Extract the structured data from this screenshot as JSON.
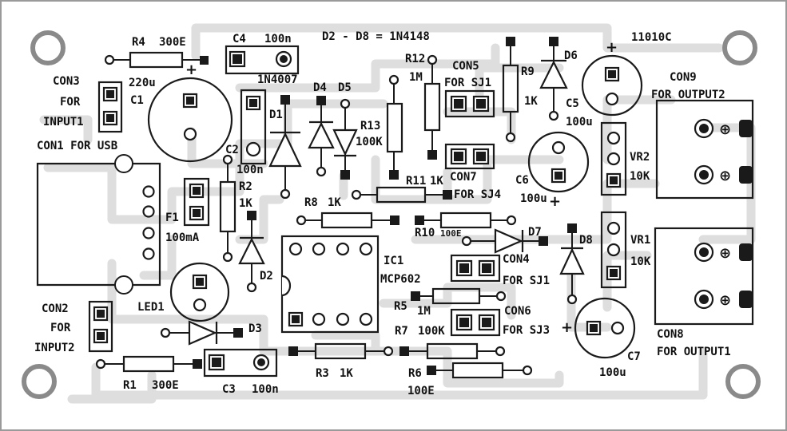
{
  "board": {
    "board_id": "11010C",
    "diode_note": "D2 - D8 = 1N4148",
    "colors": {
      "silkscreen": "#1a1a1a",
      "copper": "#dedede",
      "background": "#ffffff"
    }
  },
  "resistors": {
    "r1": {
      "ref": "R1",
      "value": "300E"
    },
    "r2": {
      "ref": "R2",
      "value": "1K"
    },
    "r3": {
      "ref": "R3",
      "value": "1K"
    },
    "r4": {
      "ref": "R4",
      "value": "300E"
    },
    "r5": {
      "ref": "R5",
      "value": "1M"
    },
    "r6": {
      "ref": "R6",
      "value": "100E"
    },
    "r7": {
      "ref": "R7",
      "value": "100K"
    },
    "r8": {
      "ref": "R8",
      "value": "1K"
    },
    "r9": {
      "ref": "R9",
      "value": "1K"
    },
    "r10": {
      "ref": "R10",
      "value": "100E"
    },
    "r11": {
      "ref": "R11",
      "value": "1K"
    },
    "r12": {
      "ref": "R12",
      "value": "1M"
    },
    "r13": {
      "ref": "R13",
      "value": "100K"
    }
  },
  "capacitors": {
    "c1": {
      "ref": "C1",
      "value": "220u"
    },
    "c2": {
      "ref": "C2",
      "value": "100n"
    },
    "c3": {
      "ref": "C3",
      "value": "100n"
    },
    "c4": {
      "ref": "C4",
      "value": "100n"
    },
    "c5": {
      "ref": "C5",
      "value": "100u"
    },
    "c6": {
      "ref": "C6",
      "value": "100u"
    },
    "c7": {
      "ref": "C7",
      "value": "100u"
    }
  },
  "diodes": {
    "d1": {
      "ref": "D1",
      "part": "1N4007"
    },
    "d2": {
      "ref": "D2"
    },
    "d3": {
      "ref": "D3"
    },
    "d4": {
      "ref": "D4"
    },
    "d5": {
      "ref": "D5"
    },
    "d6": {
      "ref": "D6"
    },
    "d7": {
      "ref": "D7"
    },
    "d8": {
      "ref": "D8"
    }
  },
  "others": {
    "ic1": {
      "ref": "IC1",
      "part": "MCP602"
    },
    "f1": {
      "ref": "F1",
      "value": "100mA"
    },
    "led1": {
      "ref": "LED1"
    },
    "vr1": {
      "ref": "VR1",
      "value": "10K"
    },
    "vr2": {
      "ref": "VR2",
      "value": "10K"
    }
  },
  "connectors": {
    "con1": {
      "label": "CON1 FOR USB"
    },
    "con2": {
      "ref": "CON2",
      "line2": "FOR",
      "line3": "INPUT2"
    },
    "con3": {
      "ref": "CON3",
      "line2": "FOR",
      "line3": "INPUT1"
    },
    "con4": {
      "ref": "CON4",
      "line2": "FOR SJ1"
    },
    "con5": {
      "ref": "CON5",
      "line2": "FOR SJ1"
    },
    "con6": {
      "ref": "CON6",
      "line2": "FOR SJ3"
    },
    "con7": {
      "ref": "CON7",
      "line2": "FOR SJ4"
    },
    "con8": {
      "ref": "CON8",
      "line2": "FOR OUTPUT1"
    },
    "con9": {
      "ref": "CON9",
      "line2": "FOR OUTPUT2"
    }
  },
  "symbols": {
    "plus": "+",
    "terminal": "⊕"
  }
}
